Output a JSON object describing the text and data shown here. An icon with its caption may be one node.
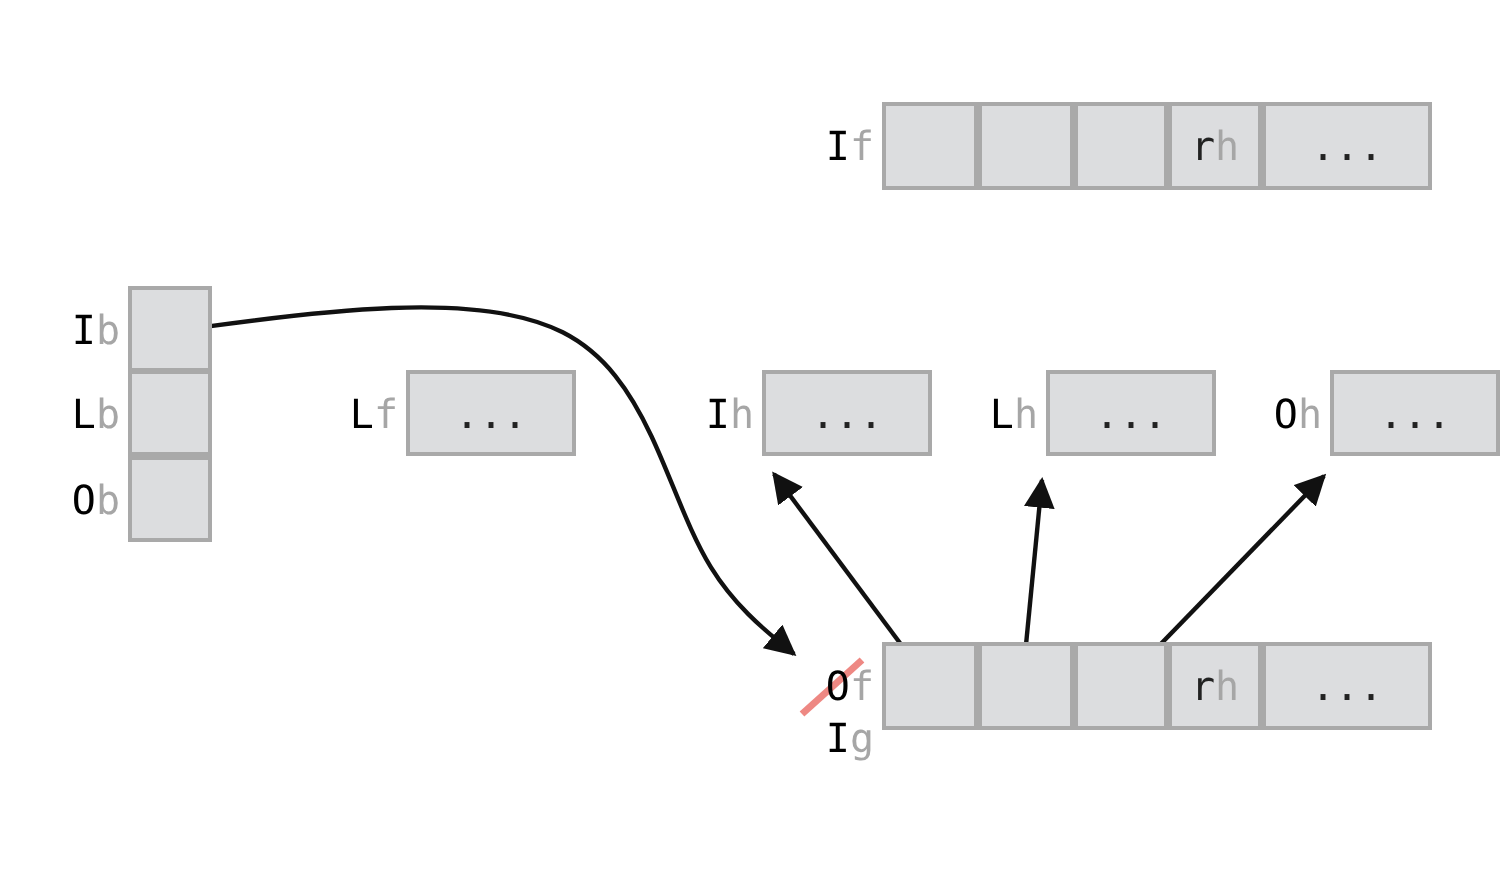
{
  "diagram": {
    "nodes": [
      {
        "text": [],
        "shape": "box",
        "beside": [
          "If"
        ]
      },
      {
        "text": [],
        "shape": "box"
      },
      {
        "text": [],
        "shape": "box"
      },
      {
        "text": [
          "rh"
        ]
      },
      {
        "text": [
          "..."
        ]
      },
      {
        "text": [],
        "shape": "box",
        "beside": [
          "Ib"
        ]
      },
      {
        "text": [],
        "shape": "box",
        "beside": [
          "Lb"
        ]
      },
      {
        "text": [],
        "shape": "box",
        "beside": [
          "Ob"
        ]
      },
      {
        "text": [
          "..."
        ],
        "beside": [
          "Lf"
        ]
      },
      {
        "text": [
          "..."
        ],
        "beside": [
          "Ih"
        ]
      },
      {
        "text": [
          "..."
        ],
        "beside": [
          "Lh"
        ]
      },
      {
        "text": [
          "..."
        ],
        "beside": [
          "Oh"
        ]
      },
      {
        "text": [],
        "shape": "box",
        "beside": [
          "Of",
          "Ig"
        ]
      },
      {
        "text": [],
        "shape": "box"
      },
      {
        "text": [],
        "shape": "box"
      },
      {
        "text": [
          "rh"
        ]
      },
      {
        "text": [
          "..."
        ]
      }
    ],
    "edges": [
      {
        "from": 5,
        "to": 12,
        "arrow": "to"
      },
      {
        "from": 12,
        "to": 9,
        "arrow": "to"
      },
      {
        "from": 13,
        "to": 10,
        "arrow": "to"
      },
      {
        "from": 14,
        "to": 11,
        "arrow": "to"
      }
    ]
  }
}
